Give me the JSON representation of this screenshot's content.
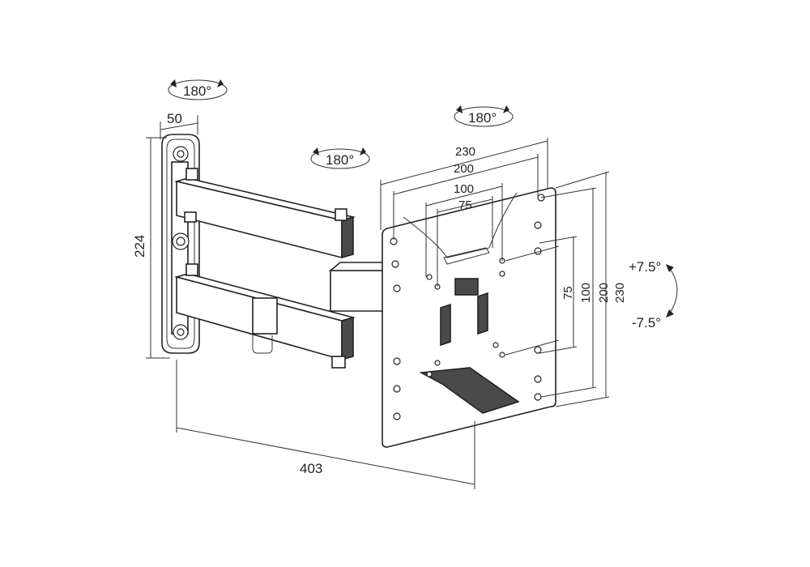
{
  "rotation": {
    "wall_swivel": "180°",
    "arm_swivel": "180°",
    "plate_swivel": "180°"
  },
  "tilt": {
    "up": "+7.5°",
    "down": "-7.5°"
  },
  "dimensions": {
    "wall_plate_width": "50",
    "wall_plate_height": "224",
    "max_extension": "403",
    "horizontal": [
      "230",
      "200",
      "100",
      "75"
    ],
    "vertical": [
      "75",
      "100",
      "200",
      "230"
    ]
  }
}
